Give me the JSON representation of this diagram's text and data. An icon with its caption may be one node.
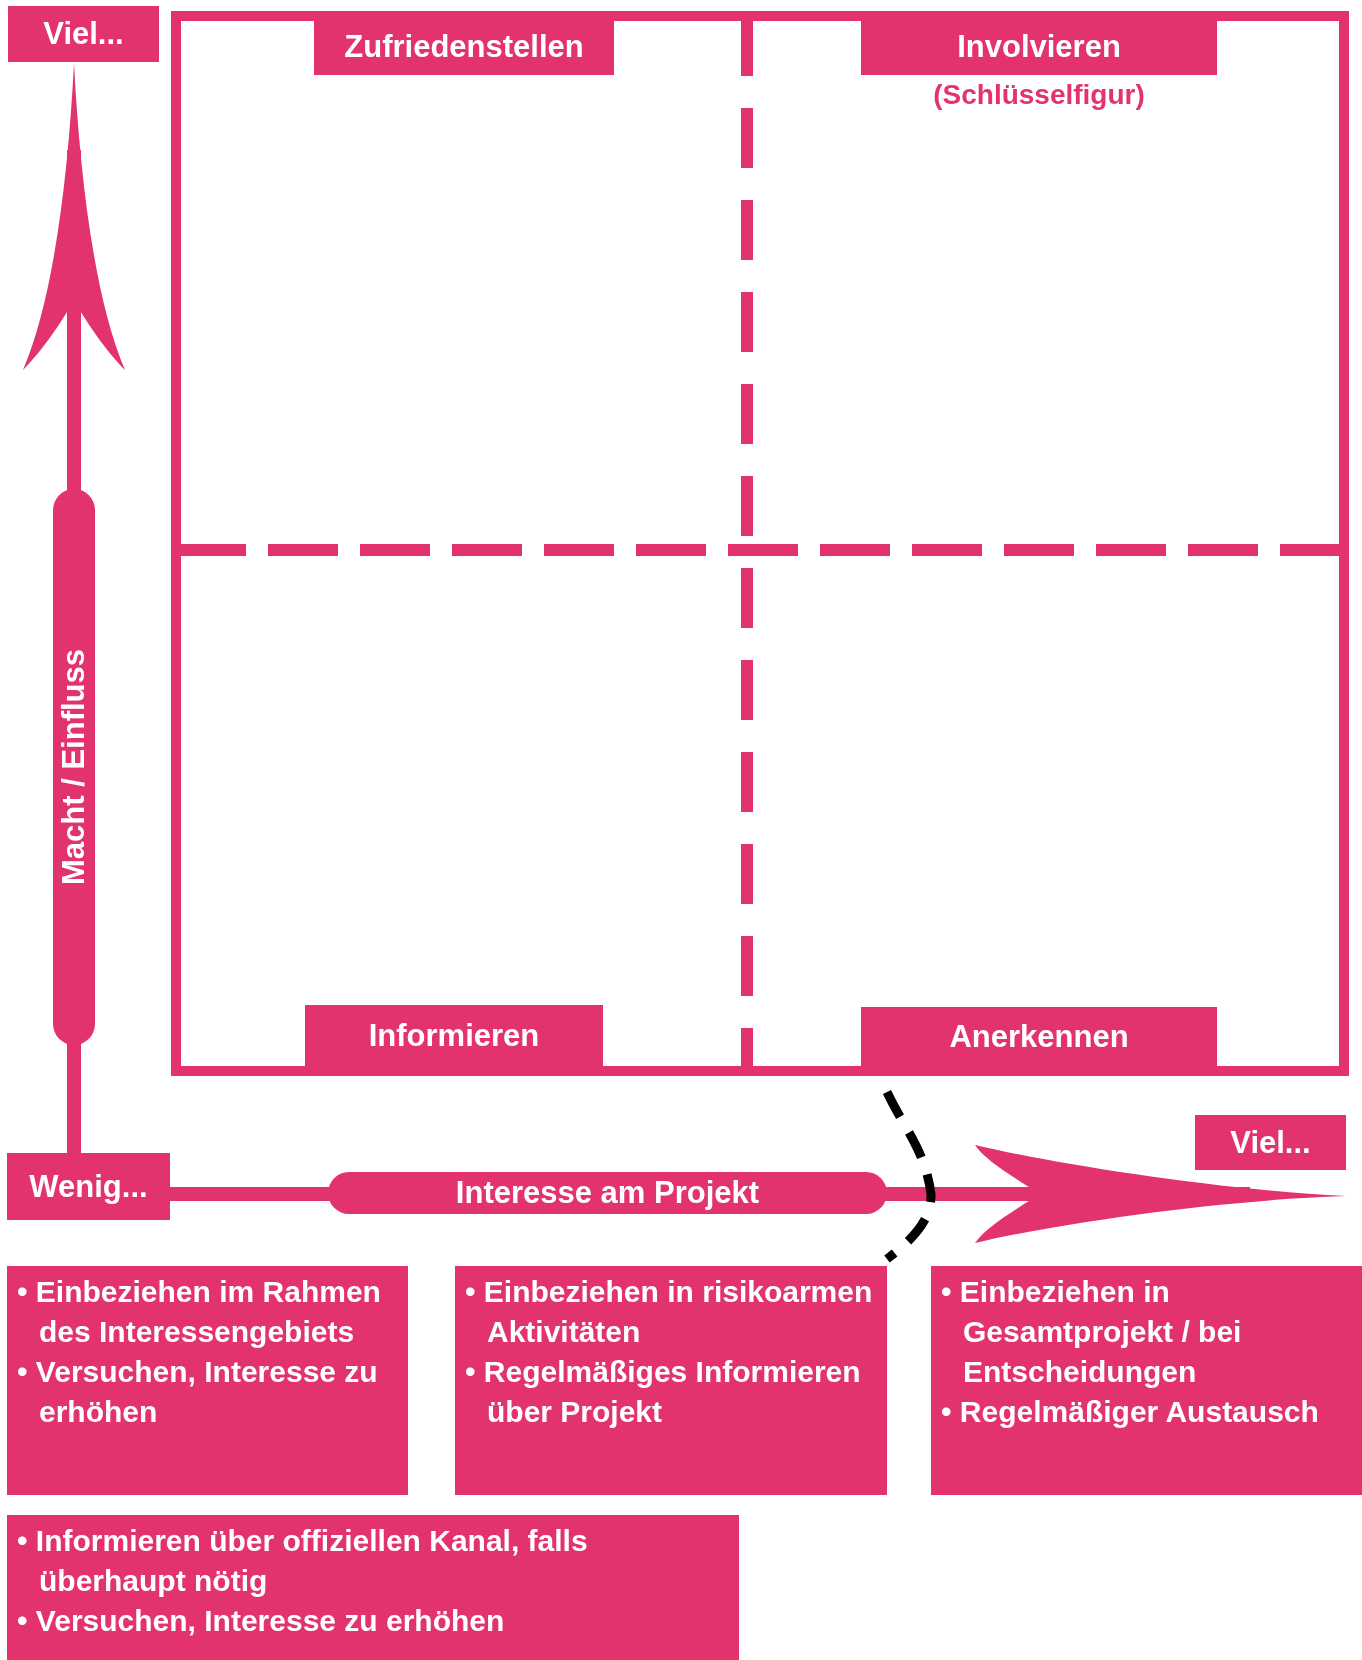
{
  "diagram": {
    "nodes": [
      {
        "text": [
          "Viel..."
        ]
      },
      {
        "text": [
          "Zufriedenstellen"
        ]
      },
      {
        "text": [
          "Involvieren"
        ],
        "beside": [
          "(Schlüsselfigur)"
        ]
      },
      {
        "text": [
          "Macht / Einfluss"
        ]
      },
      {
        "text": [
          "Informieren"
        ]
      },
      {
        "text": [
          "Anerkennen"
        ]
      },
      {
        "text": [
          "Wenig..."
        ]
      },
      {
        "text": [
          "Interesse am Projekt"
        ]
      },
      {
        "text": [
          "Viel..."
        ]
      },
      {
        "text": [
          "• Einbeziehen im Rahmen des Interessengebiets",
          "• Versuchen, Interesse zu erhöhen"
        ]
      },
      {
        "text": [
          "• Einbeziehen in risikoarmen Aktivitäten",
          "• Regelmäßiges Informieren über Projekt"
        ]
      },
      {
        "text": [
          "• Einbeziehen in Gesamtprojekt / bei Entscheidungen",
          "• Regelmäßiger Austausch"
        ]
      },
      {
        "text": [
          "• Informieren über offiziellen Kanal, falls überhaupt nötig",
          "• Versuchen, Interesse zu erhöhen"
        ]
      }
    ]
  }
}
